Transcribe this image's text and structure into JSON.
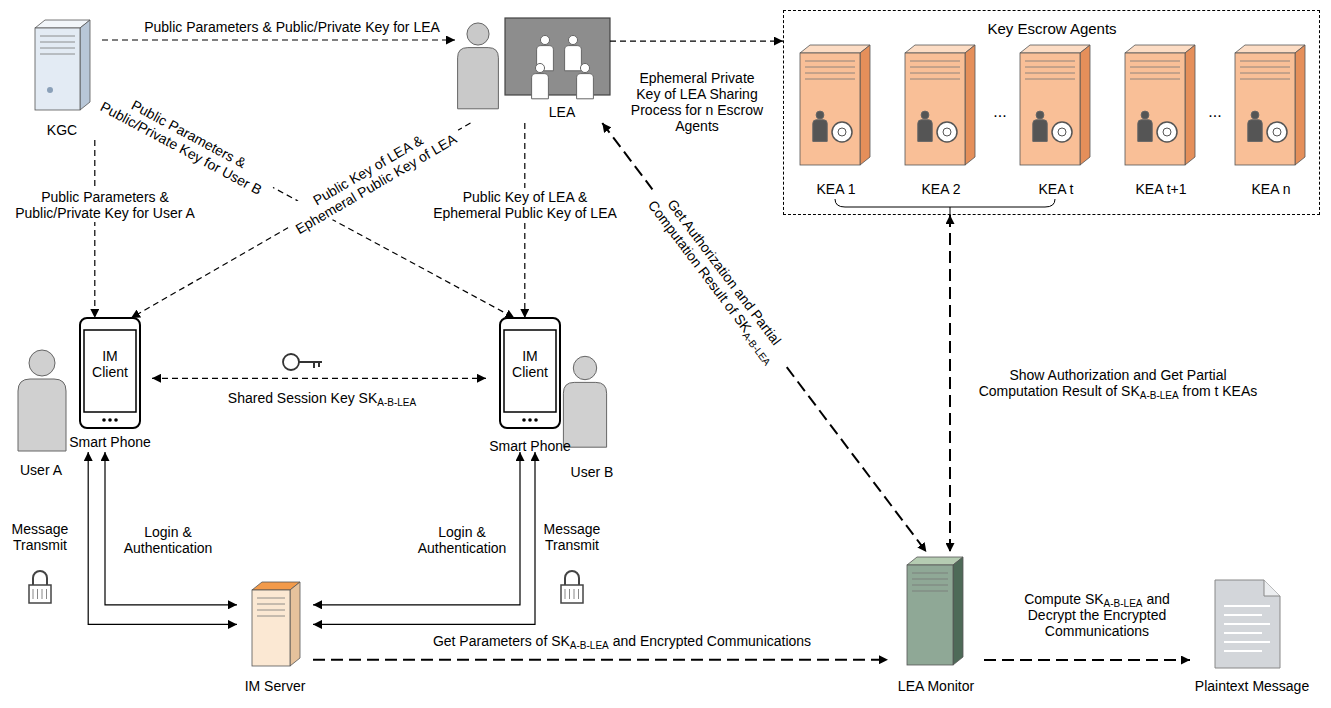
{
  "diagram": {
    "nodes": [
      {
        "text": [
          "KGC"
        ]
      },
      {
        "text": [
          "LEA"
        ]
      },
      {
        "text": [
          "Key Escrow Agents"
        ]
      },
      {
        "text": [
          "KEA 1"
        ],
        "in": 2
      },
      {
        "text": [
          "KEA 2"
        ],
        "in": 2
      },
      {
        "text": [
          "KEA t"
        ],
        "in": 2
      },
      {
        "text": [
          "KEA t+1"
        ],
        "in": 2
      },
      {
        "text": [
          "KEA n"
        ],
        "in": 2
      },
      {
        "text": [
          "IM Client",
          "Smart Phone"
        ]
      },
      {
        "text": [
          "User A"
        ]
      },
      {
        "text": [
          "IM Client",
          "Smart Phone"
        ]
      },
      {
        "text": [
          "User B"
        ]
      },
      {
        "text": [
          "IM Server"
        ]
      },
      {
        "text": [
          "LEA Monitor"
        ]
      },
      {
        "text": [
          "Plaintext Message"
        ]
      }
    ],
    "edges": [
      {
        "from": 0,
        "to": 1,
        "arrow": "to",
        "label": "Public Parameters & Public/Private Key for LEA"
      },
      {
        "from": 1,
        "to": 2,
        "arrow": "to",
        "label": "Ephemeral Private Key of LEA Sharing Process for n Escrow Agents"
      },
      {
        "from": 0,
        "to": 8,
        "arrow": "to",
        "label": "Public Parameters & Public/Private Key for User A"
      },
      {
        "from": 0,
        "to": 10,
        "arrow": "to",
        "label": "Public Parameters & Public/Private Key for User B"
      },
      {
        "from": 1,
        "to": 8,
        "arrow": "to",
        "label": "Public Key of LEA & Ephemeral Public Key of LEA"
      },
      {
        "from": 1,
        "to": 10,
        "arrow": "to",
        "label": "Public Key of LEA & Ephemeral Public Key of LEA"
      },
      {
        "from": 8,
        "to": 10,
        "arrow": "both",
        "label": "Shared Session Key SKA-B-LEA"
      },
      {
        "from": 8,
        "to": 12,
        "arrow": "both",
        "label": "Message Transmit"
      },
      {
        "from": 8,
        "to": 12,
        "arrow": "both",
        "label": "Login & Authentication"
      },
      {
        "from": 10,
        "to": 12,
        "arrow": "both",
        "label": "Login & Authentication"
      },
      {
        "from": 10,
        "to": 12,
        "arrow": "both",
        "label": "Message Transmit"
      },
      {
        "from": 1,
        "to": 13,
        "arrow": "both",
        "label": "Get Authorization and Partial Computation Result of SKA-B-LEA"
      },
      {
        "from": 2,
        "to": 13,
        "arrow": "both",
        "label": "Show Authorization and Get Partial Computation Result of SKA-B-LEA from t KEAs"
      },
      {
        "from": 12,
        "to": 13,
        "arrow": "to",
        "label": "Get Parameters of SKA-B-LEA and Encrypted Communications"
      },
      {
        "from": 13,
        "to": 14,
        "arrow": "to",
        "label": "Compute SKA-B-LEA and Decrypt the Encrypted Communications"
      }
    ],
    "labels": [
      "...",
      "..."
    ]
  }
}
